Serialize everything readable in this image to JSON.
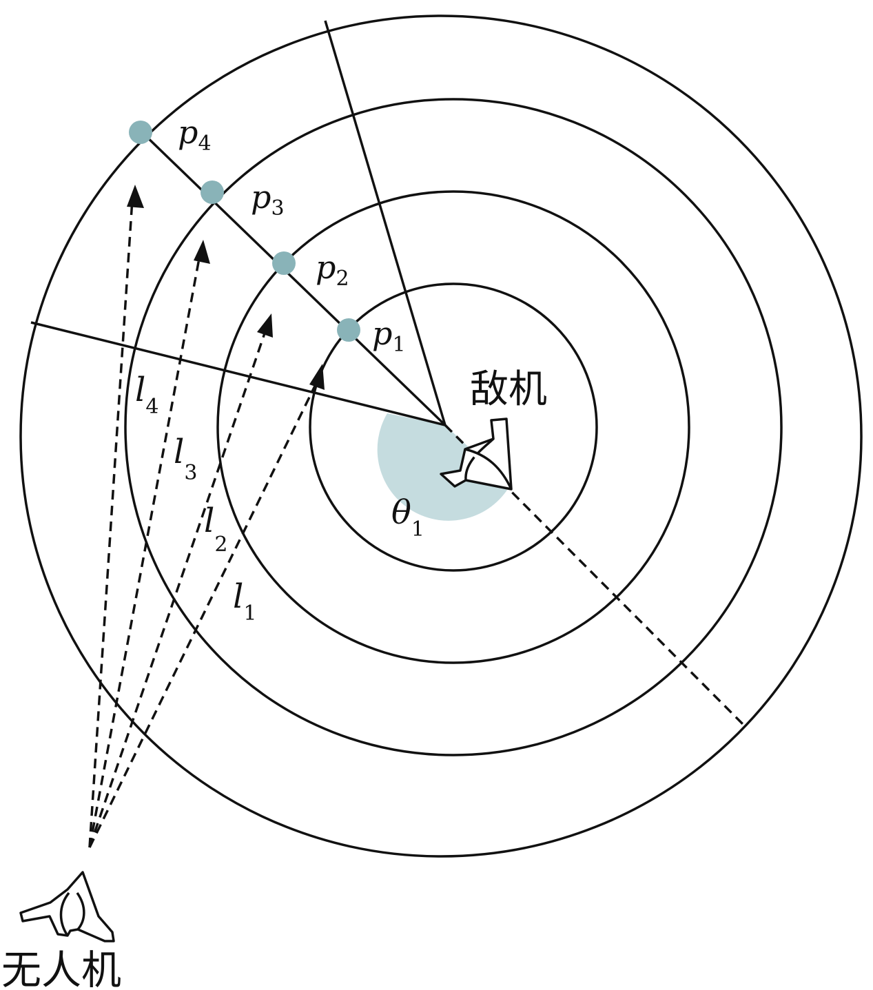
{
  "labels": {
    "enemy": "敌机",
    "uav": "无人机",
    "angle": {
      "base": "θ",
      "sub": "1"
    },
    "points": [
      {
        "base": "p",
        "sub": "1"
      },
      {
        "base": "p",
        "sub": "2"
      },
      {
        "base": "p",
        "sub": "3"
      },
      {
        "base": "p",
        "sub": "4"
      }
    ],
    "distances": [
      {
        "base": "l",
        "sub": "1"
      },
      {
        "base": "l",
        "sub": "2"
      },
      {
        "base": "l",
        "sub": "3"
      },
      {
        "base": "l",
        "sub": "4"
      }
    ]
  },
  "colors": {
    "point_fill": "#89b3b8",
    "sector_fill": "#c5dcdf",
    "line": "#111111"
  }
}
